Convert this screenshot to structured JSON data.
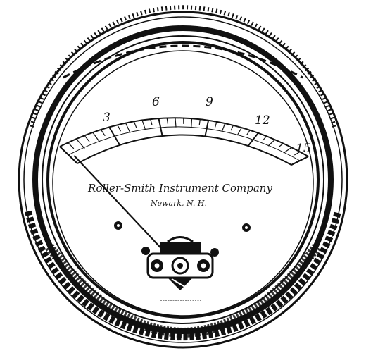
{
  "meter": {
    "scale_labels": [
      "3",
      "6",
      "9",
      "12",
      "15"
    ],
    "scale_min": 0,
    "scale_max": 15,
    "minor_divisions": 30,
    "needle_value": 0.1,
    "maker": "Roller-Smith Instrument Company",
    "city": "Newark, N. H.",
    "colors": {
      "ink": "#111111",
      "paper": "#ffffff"
    }
  }
}
